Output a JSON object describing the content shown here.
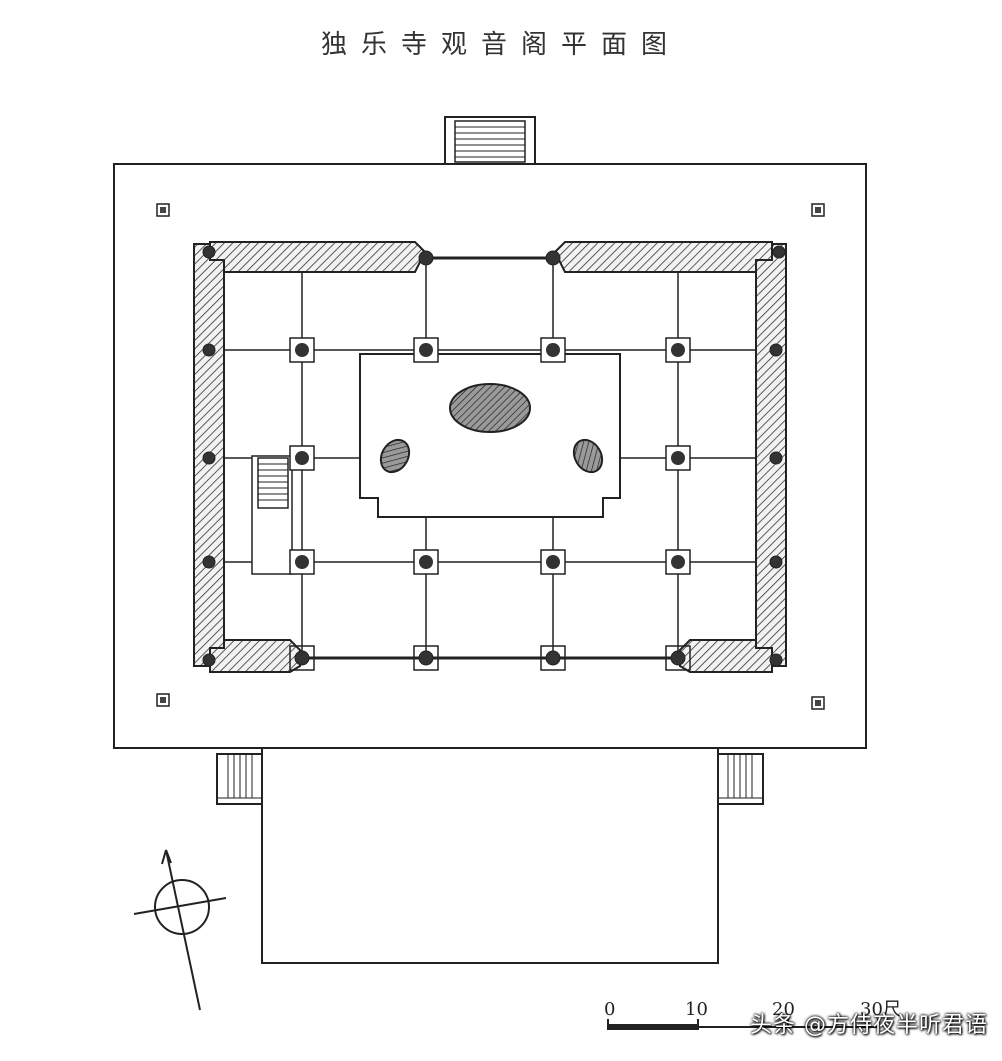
{
  "title": "独乐寺观音阁平面图",
  "scale": {
    "tick_labels": [
      "0",
      "10",
      "20",
      "30尺"
    ]
  },
  "watermark": "头条 @方侍夜半听君语",
  "colors": {
    "ink": "#222222",
    "paper": "#ffffff",
    "wall_hatch": "#444444",
    "statue_fill": "#777777"
  },
  "icons": {
    "north_arrow": "compass-icon"
  }
}
